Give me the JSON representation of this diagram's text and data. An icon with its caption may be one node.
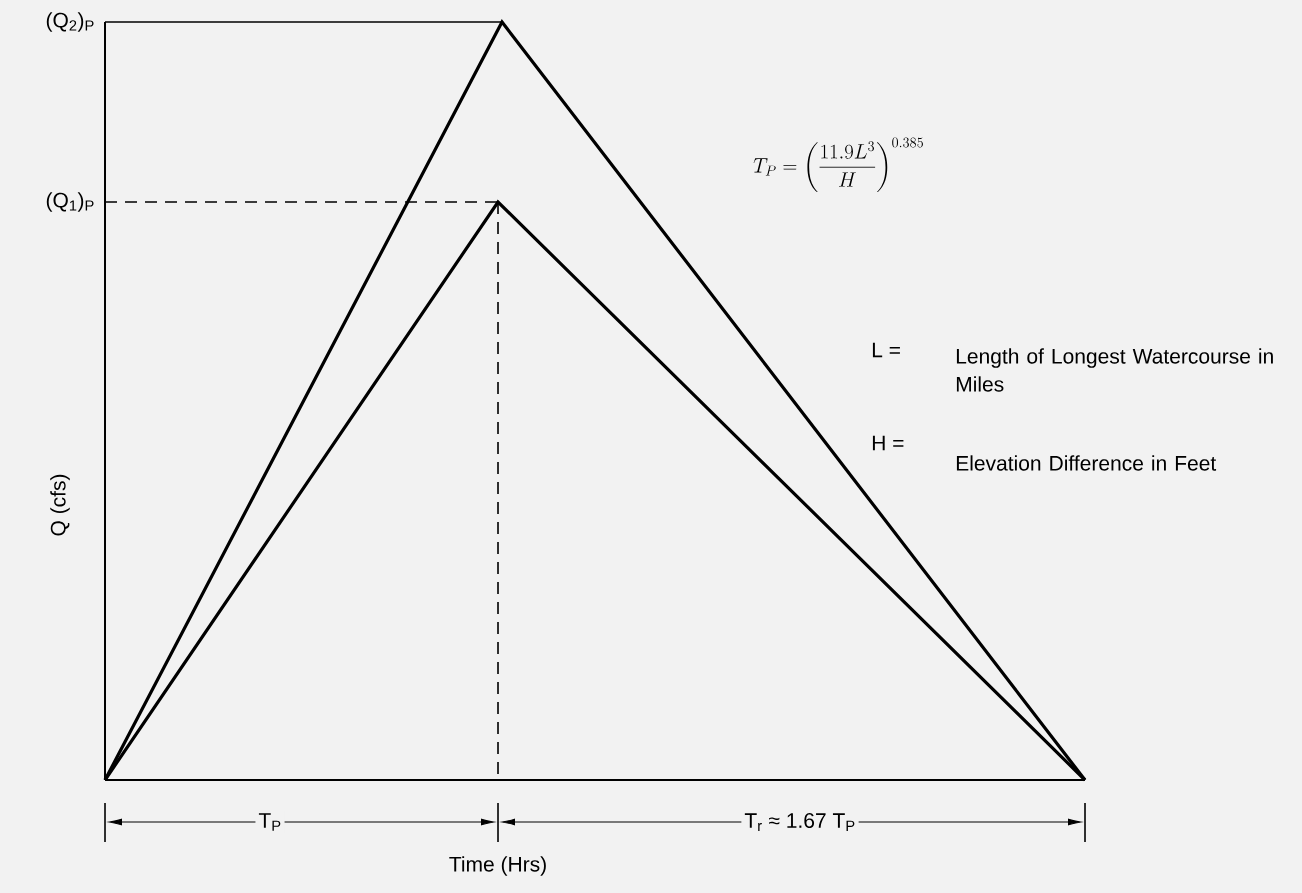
{
  "diagram": {
    "labels": [
      "(Q$_{2}$)$_{P}$",
      "(Q$_{1}$)$_{P}$",
      "T_{P}=\\left(\\frac{11.9L^{3}}{H}\\right)^{0.385}",
      "L =",
      "Length of Longest Watercourse in Miles",
      "H =",
      "Elevation Difference in Feet",
      "Q (cfs)",
      "T$_{P}$",
      "T$_{r}$ ≈ 1.67 T$_{P}$",
      "Time (Hrs)"
    ]
  }
}
